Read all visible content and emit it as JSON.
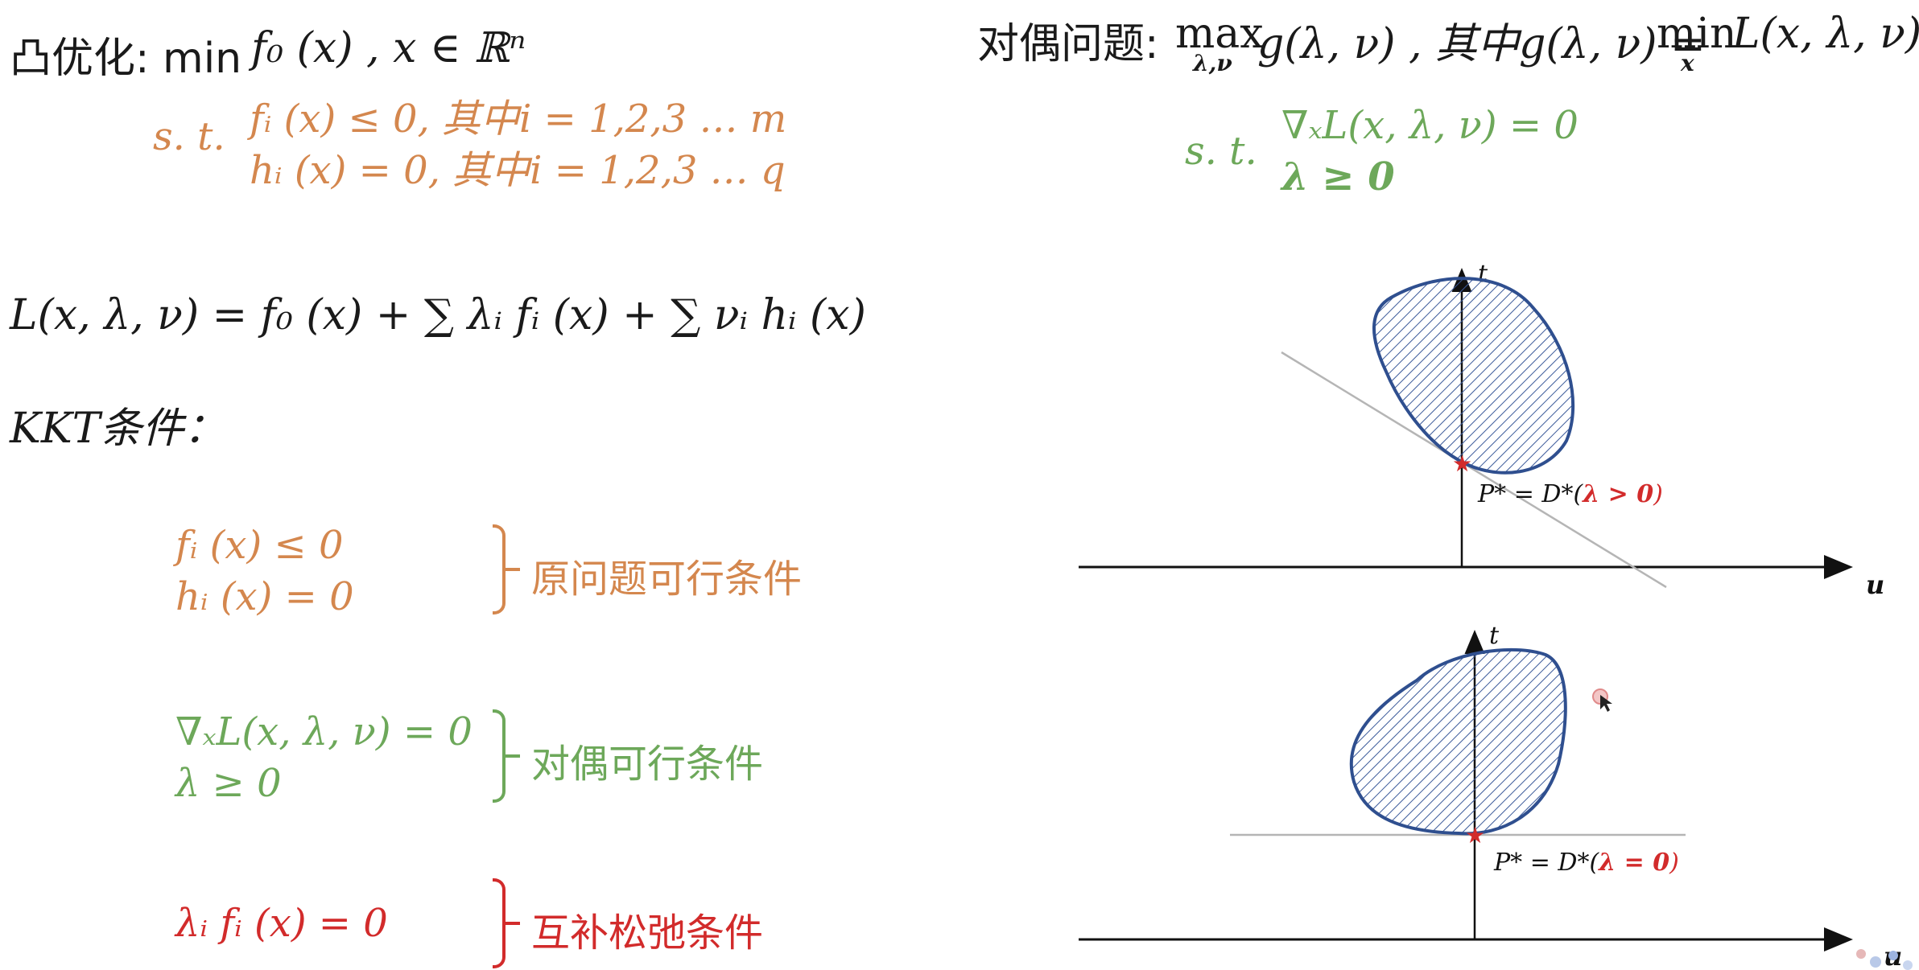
{
  "primal": {
    "title": "凸优化: min",
    "objective": "f₀ (x) , x ∈ ℝⁿ",
    "st": "s. t.",
    "ineq": "fᵢ (x) ≤ 0, 其中i = 1,2,3 … m",
    "eq": "hᵢ (x) = 0, 其中i = 1,2,3 … q"
  },
  "dual": {
    "title": "对偶问题:",
    "max_expr": "max",
    "max_sub": "λ,ν",
    "g_expr": "g(λ, ν) , 其中g(λ, ν) = ",
    "min_expr": "min",
    "min_sub": "x",
    "l_expr": "L(x, λ, ν)",
    "st": "s. t.",
    "cond1": "∇ₓL(x, λ, ν) = 0",
    "cond2": "λ ≥ 0"
  },
  "lagrangian": "L(x, λ, ν) = f₀ (x) + ∑ λᵢ fᵢ (x) + ∑ νᵢ hᵢ (x)",
  "kkt_title": "KKT条件：",
  "kkt": {
    "primal_feasible": {
      "line1": "fᵢ (x) ≤ 0",
      "line2": "hᵢ (x) = 0",
      "label": "原问题可行条件"
    },
    "dual_feasible": {
      "line1": "∇ₓL(x, λ, ν) = 0",
      "line2": "λ ≥ 0",
      "label": "对偶可行条件"
    },
    "complementary": {
      "line1": "λᵢ fᵢ (x) = 0",
      "label": "互补松弛条件"
    }
  },
  "graph_top": {
    "t_label": "t",
    "u_label": "u",
    "annotation_prefix": "P* = D*(",
    "annotation_cond": "λ > 0",
    "annotation_suffix": ")"
  },
  "graph_bottom": {
    "t_label": "t",
    "u_label": "u",
    "annotation_prefix": "P* = D*(",
    "annotation_cond": "λ = 0",
    "annotation_suffix": ")"
  },
  "colors": {
    "orange": "#d4874e",
    "green": "#6da85a",
    "red": "#d22b2b",
    "region_stroke": "#2f4f8f",
    "region_hatch": "#3b5a9a"
  }
}
